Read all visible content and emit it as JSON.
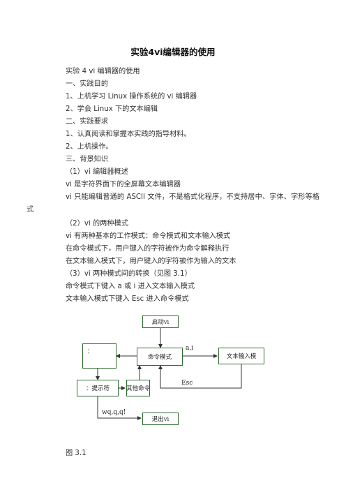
{
  "doc": {
    "title": "实验4vi编辑器的使用",
    "lines": [
      "实验 4 vi 编辑器的使用",
      "一、实践目的",
      "1、上机学习 Linux 操作系统的 vi 编辑器",
      "2、学会 Linux 下的文本编辑",
      "二、实践要求",
      "1、认真阅读和掌握本实践的指导材料。",
      "2、上机操作。",
      "三、背景知识",
      "（1）vi 编辑器概述",
      "vi 是字符界面下的全屏幕文本编辑器"
    ],
    "wrap_para": "vi 只能编辑普通的 ASCII 文件，不是格式化程序，不支持居中、字体、字形等格式",
    "lines2": [
      "（2）vi 的两种模式",
      "vi 有两种基本的工作模式：命令模式和文本输入模式",
      "在命令模式下，用户键入的字符被作为命令解释执行",
      "在文本输入模式下，用户键入的字符被作为输入的文本",
      "（3）vi 两种模式间的转换（见图 3.1）",
      "命令模式下键入 a 或 i 进入文本输入模式",
      "文本输入模式下键入 Esc 进入命令模式"
    ],
    "caption": "图 3.1"
  },
  "diagram": {
    "start": "启动vi",
    "command_mode": "命令模式",
    "text_mode": "文本输入模",
    "colon": "：",
    "prompt": "：提示符",
    "other": "其他命令",
    "quit": "退出vi",
    "label_ai": "a,i",
    "label_esc": "Esc",
    "label_wq": "wq,q,q!",
    "box_color": "#2f6b2f"
  }
}
